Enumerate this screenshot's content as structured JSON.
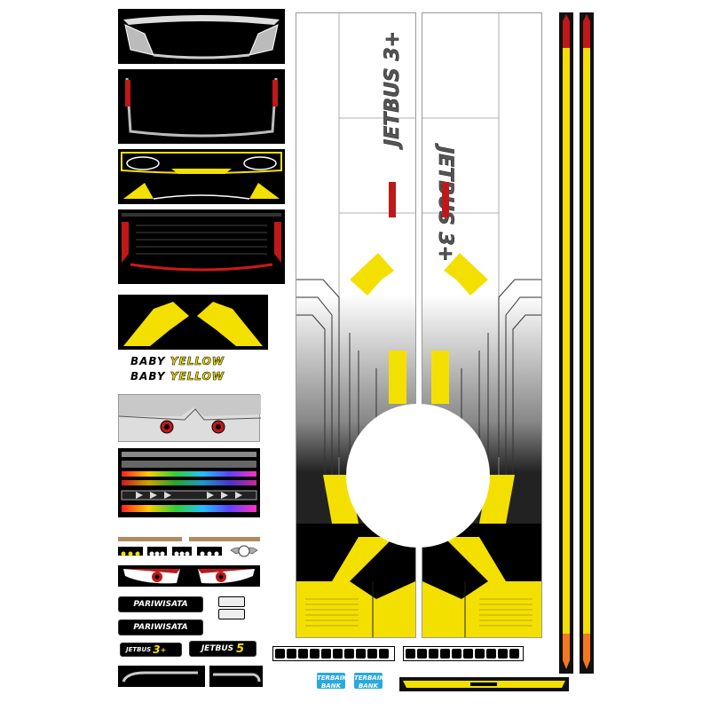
{
  "decals": {
    "baby_yellow_1": {
      "word1": "BABY",
      "word2": "YELLOW"
    },
    "baby_yellow_2": {
      "word1": "BABY",
      "word2": "YELLOW"
    },
    "pariwisata_1": "PARIWISATA",
    "pariwisata_2": "PARIWISATA",
    "jetbus3": {
      "prefix": "JETBUS",
      "num": "3",
      "sup": "+"
    },
    "jetbus5": {
      "prefix": "JETBUS",
      "num": "5"
    },
    "vertical_logo": "JETBUS 3+",
    "small_logo_1": "TERBAIK BANK",
    "small_logo_2": "TERBAIK BANK"
  },
  "colors": {
    "yellow": "#f4e000",
    "black": "#000000",
    "red": "#d01818",
    "white": "#ffffff"
  }
}
